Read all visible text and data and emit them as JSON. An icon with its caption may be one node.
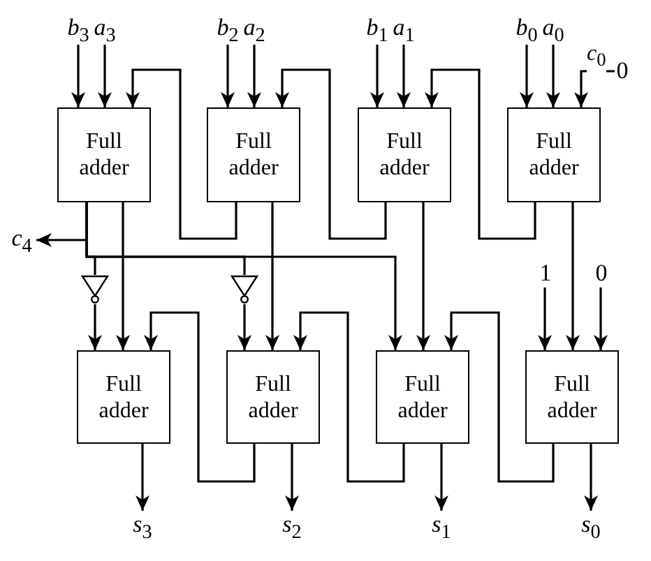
{
  "diagram": {
    "nodes": [
      {
        "text": [
          "*b*$_{3}$"
        ]
      },
      {
        "text": [
          "*a*$_{3}$"
        ]
      },
      {
        "text": [
          "*b*$_{2}$"
        ]
      },
      {
        "text": [
          "*a*$_{2}$"
        ]
      },
      {
        "text": [
          "*b*$_{1}$"
        ]
      },
      {
        "text": [
          "*a*$_{1}$"
        ]
      },
      {
        "text": [
          "*b*$_{0}$"
        ]
      },
      {
        "text": [
          "*a*$_{0}$"
        ]
      },
      {
        "text": [
          "0"
        ]
      },
      {
        "text": [
          "Full adder"
        ]
      },
      {
        "text": [
          "Full adder"
        ]
      },
      {
        "text": [
          "Full adder"
        ]
      },
      {
        "text": [
          "Full adder"
        ]
      },
      {
        "text": [
          "*c*$_{4}$"
        ]
      },
      {
        "text": [],
        "shape": "triangle"
      },
      {
        "text": [],
        "shape": "triangle"
      },
      {
        "text": [
          "1"
        ]
      },
      {
        "text": [
          "0"
        ]
      },
      {
        "text": [
          "Full adder"
        ]
      },
      {
        "text": [
          "Full adder"
        ]
      },
      {
        "text": [
          "Full adder"
        ]
      },
      {
        "text": [
          "Full adder"
        ]
      },
      {
        "text": [
          "*s*$_{3}$"
        ]
      },
      {
        "text": [
          "*s*$_{2}$"
        ]
      },
      {
        "text": [
          "*s*$_{1}$"
        ]
      },
      {
        "text": [
          "*s*$_{0}$"
        ]
      }
    ],
    "edges": [
      {
        "from": 0,
        "to": 9,
        "arrow": "to"
      },
      {
        "from": 1,
        "to": 9,
        "arrow": "to"
      },
      {
        "from": 2,
        "to": 10,
        "arrow": "to"
      },
      {
        "from": 3,
        "to": 10,
        "arrow": "to"
      },
      {
        "from": 4,
        "to": 11,
        "arrow": "to"
      },
      {
        "from": 5,
        "to": 11,
        "arrow": "to"
      },
      {
        "from": 6,
        "to": 12,
        "arrow": "to"
      },
      {
        "from": 7,
        "to": 12,
        "arrow": "to"
      },
      {
        "from": 8,
        "to": 12,
        "arrow": "to",
        "label": "*c*$_{0}$"
      },
      {
        "from": 12,
        "to": 11,
        "arrow": "to"
      },
      {
        "from": 11,
        "to": 10,
        "arrow": "to"
      },
      {
        "from": 10,
        "to": 9,
        "arrow": "to"
      },
      {
        "from": 9,
        "to": 13,
        "arrow": "to"
      },
      {
        "from": 9,
        "to": 14,
        "arrow": "none"
      },
      {
        "from": 9,
        "to": 15,
        "arrow": "none"
      },
      {
        "from": 9,
        "to": 20,
        "arrow": "to"
      },
      {
        "from": 14,
        "to": 18,
        "arrow": "to"
      },
      {
        "from": 15,
        "to": 19,
        "arrow": "to"
      },
      {
        "from": 9,
        "to": 18,
        "arrow": "to"
      },
      {
        "from": 10,
        "to": 19,
        "arrow": "to"
      },
      {
        "from": 11,
        "to": 20,
        "arrow": "to"
      },
      {
        "from": 12,
        "to": 21,
        "arrow": "to"
      },
      {
        "from": 16,
        "to": 21,
        "arrow": "to"
      },
      {
        "from": 17,
        "to": 21,
        "arrow": "to"
      },
      {
        "from": 21,
        "to": 20,
        "arrow": "to"
      },
      {
        "from": 20,
        "to": 19,
        "arrow": "to"
      },
      {
        "from": 19,
        "to": 18,
        "arrow": "to"
      },
      {
        "from": 18,
        "to": 22,
        "arrow": "to"
      },
      {
        "from": 19,
        "to": 23,
        "arrow": "to"
      },
      {
        "from": 20,
        "to": 24,
        "arrow": "to"
      },
      {
        "from": 21,
        "to": 25,
        "arrow": "to"
      }
    ]
  }
}
